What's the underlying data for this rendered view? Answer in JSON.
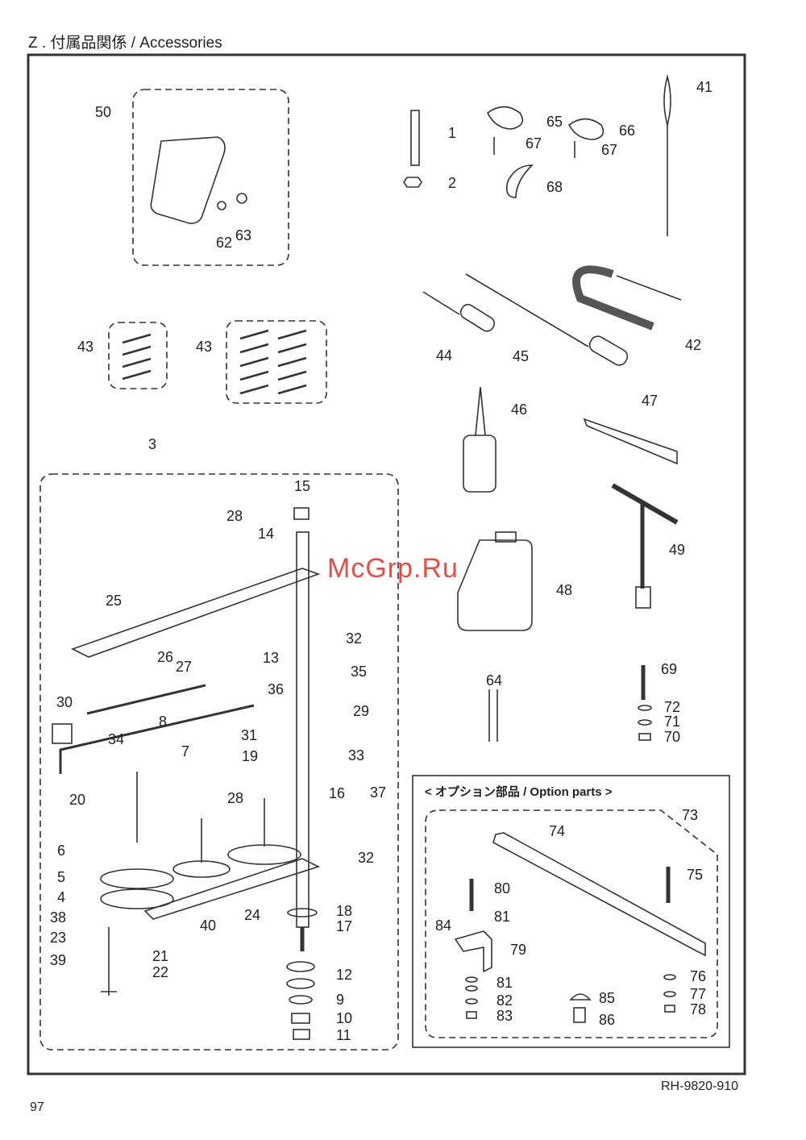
{
  "header": {
    "title": "Z . 付属品関係 / Accessories"
  },
  "watermark": "McGrp.Ru",
  "option_section": {
    "title": "< オプション部品 / Option parts >"
  },
  "footer": {
    "doc_code": "RH-9820-910",
    "page_number": "97"
  },
  "callouts": [
    "50",
    "62",
    "63",
    "1",
    "2",
    "65",
    "67",
    "66",
    "67",
    "68",
    "41",
    "43",
    "43",
    "44",
    "45",
    "42",
    "46",
    "47",
    "3",
    "15",
    "28",
    "14",
    "25",
    "32",
    "13",
    "26",
    "27",
    "35",
    "36",
    "29",
    "30",
    "8",
    "34",
    "31",
    "7",
    "19",
    "33",
    "20",
    "16",
    "37",
    "28",
    "6",
    "32",
    "5",
    "4",
    "24",
    "38",
    "18",
    "40",
    "17",
    "23",
    "21",
    "39",
    "22",
    "12",
    "9",
    "10",
    "11",
    "49",
    "48",
    "64",
    "69",
    "72",
    "71",
    "70",
    "73",
    "74",
    "75",
    "80",
    "81",
    "84",
    "79",
    "81",
    "82",
    "83",
    "85",
    "86",
    "76",
    "77",
    "78"
  ]
}
